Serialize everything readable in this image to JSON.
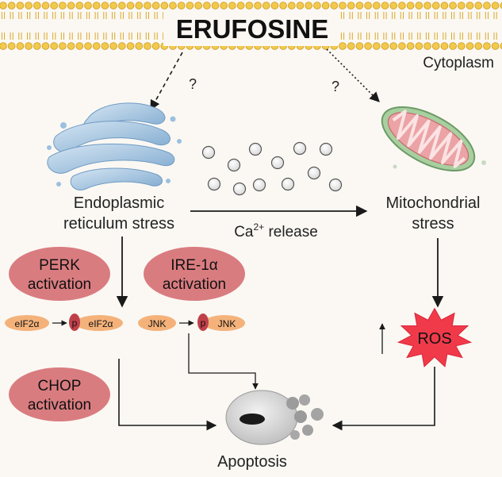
{
  "drug": "ERUFOSINE",
  "compartment": "Cytoplasm",
  "unknown_mark": "?",
  "er": {
    "line1": "Endoplasmic",
    "line2": "reticulum stress"
  },
  "mito": {
    "line1": "Mitochondrial",
    "line2": "stress"
  },
  "calcium": {
    "ion": "Ca",
    "charge": "2+",
    "suffix": " release"
  },
  "perk": {
    "line1": "PERK",
    "line2": "activation"
  },
  "ire": {
    "line1": "IRE-1α",
    "line2": "activation"
  },
  "chop": {
    "line1": "CHOP",
    "line2": "activation"
  },
  "eif2a_left": "eIF2α",
  "eif2a_right": "eIF2α",
  "jnk_left": "JNK",
  "jnk_right": "JNK",
  "phospho": "p",
  "ros": "ROS",
  "apoptosis": "Apoptosis",
  "colors": {
    "membrane": "#f2c94c",
    "background": "#fbf8f3",
    "activation": "#d97c80",
    "protein": "#f4b27a",
    "phospho": "#c0404a",
    "ros": "#f03a4a",
    "er": "#a9c8e3",
    "mito_outer": "#9fc69a",
    "mito_inner": "#e79a9d"
  }
}
